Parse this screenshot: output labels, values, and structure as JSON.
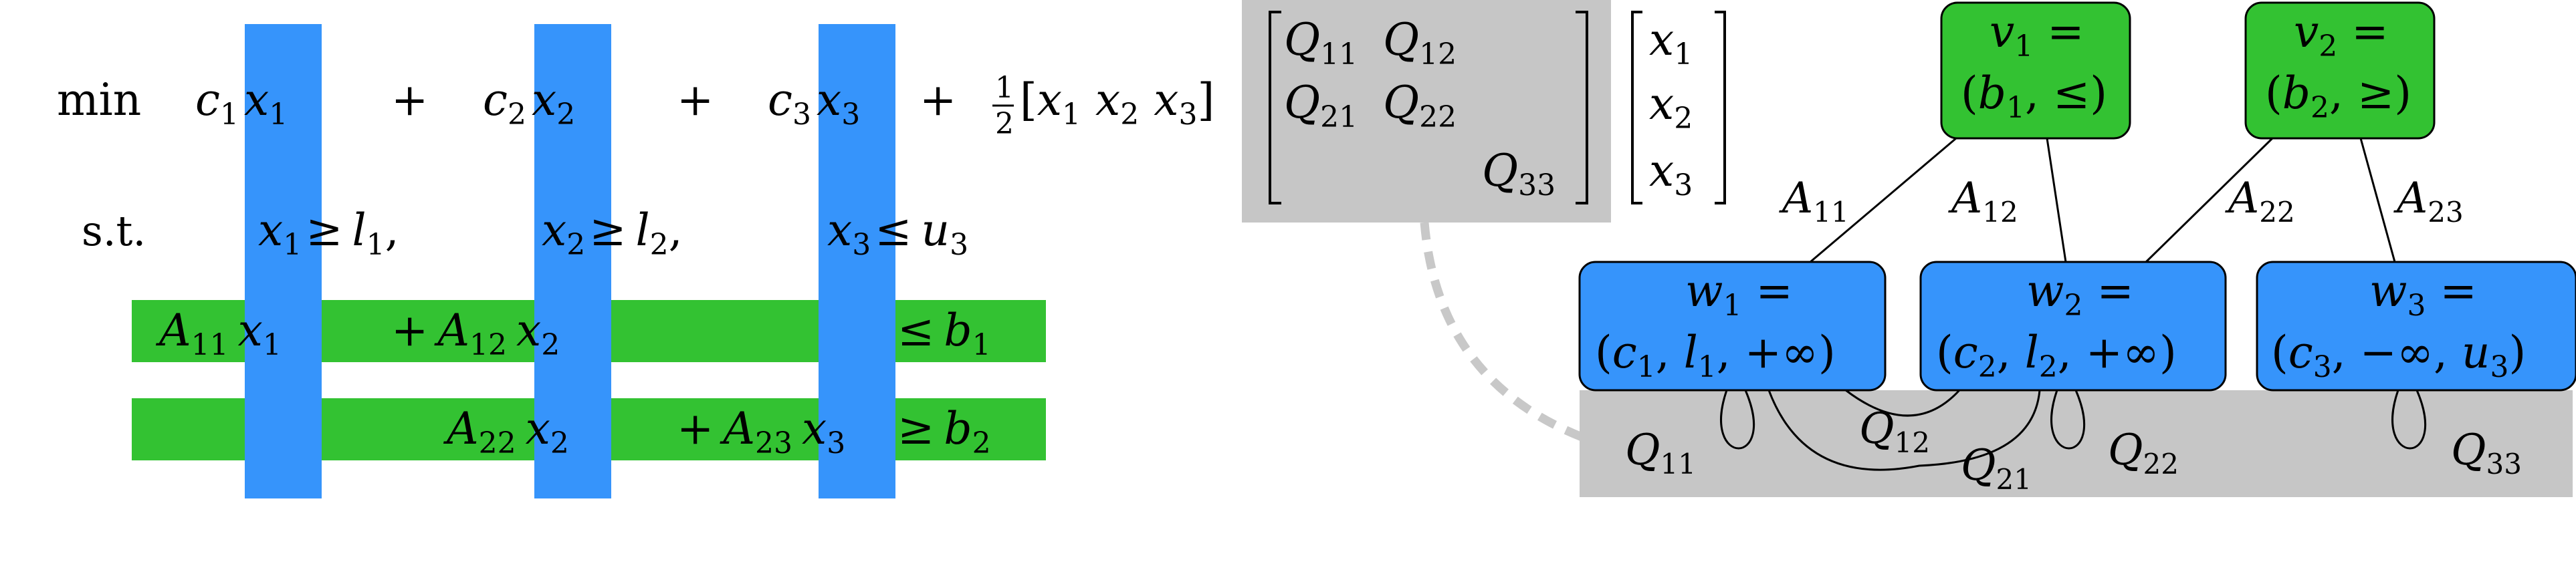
{
  "lp": {
    "objective": {
      "label": "min",
      "term1": [
        "c",
        "1",
        "x",
        "1"
      ],
      "plus1": "+",
      "term2": [
        "c",
        "2",
        "x",
        "2"
      ],
      "plus2": "+",
      "term3": [
        "c",
        "3",
        "x",
        "3"
      ],
      "plus3": "+",
      "half_num": "1",
      "half_den": "2",
      "xvec_row": [
        "x",
        "1",
        "x",
        "2",
        "x",
        "3"
      ]
    },
    "bounds": {
      "label": "s.t.",
      "b1": [
        "x",
        "1",
        "≥",
        "l",
        "1",
        ","
      ],
      "b2": [
        "x",
        "2",
        "≥",
        "l",
        "2",
        ","
      ],
      "b3": [
        "x",
        "3",
        "≤",
        "u",
        "3"
      ]
    },
    "row1": {
      "a": [
        "A",
        "11",
        "x",
        "1"
      ],
      "plus": "+",
      "b": [
        "A",
        "12",
        "x",
        "2"
      ],
      "rhs": [
        "≤",
        "b",
        "1"
      ]
    },
    "row2": {
      "a": [
        "A",
        "22",
        "x",
        "2"
      ],
      "plus": "+",
      "b": [
        "A",
        "23",
        "x",
        "3"
      ],
      "rhs": [
        "≥",
        "b",
        "2"
      ]
    }
  },
  "qmatrix": {
    "q11": [
      "Q",
      "11"
    ],
    "q12": [
      "Q",
      "12"
    ],
    "q21": [
      "Q",
      "21"
    ],
    "q22": [
      "Q",
      "22"
    ],
    "q33": [
      "Q",
      "33"
    ]
  },
  "xvector": {
    "x1": [
      "x",
      "1"
    ],
    "x2": [
      "x",
      "2"
    ],
    "x3": [
      "x",
      "3"
    ]
  },
  "graph": {
    "v1": {
      "line1": [
        "v",
        "1",
        " ="
      ],
      "line2": [
        "(",
        "b",
        "1",
        ", ≤)"
      ]
    },
    "v2": {
      "line1": [
        "v",
        "2",
        " ="
      ],
      "line2": [
        "(",
        "b",
        "2",
        ", ≥)"
      ]
    },
    "w1": {
      "line1": [
        "w",
        "1",
        " ="
      ],
      "line2": [
        "(",
        "c",
        "1",
        ", ",
        "l",
        "1",
        ", +∞)"
      ]
    },
    "w2": {
      "line1": [
        "w",
        "2",
        " ="
      ],
      "line2": [
        "(",
        "c",
        "2",
        ", ",
        "l",
        "2",
        ", +∞)"
      ]
    },
    "w3": {
      "line1": [
        "w",
        "3",
        " ="
      ],
      "line2": [
        "(",
        "c",
        "3",
        ", −∞, ",
        "u",
        "3",
        ")"
      ]
    },
    "edge_labels": {
      "A11": [
        "A",
        "11"
      ],
      "A12": [
        "A",
        "12"
      ],
      "A22": [
        "A",
        "22"
      ],
      "A23": [
        "A",
        "23"
      ]
    },
    "loop_labels": {
      "Q11": [
        "Q",
        "11"
      ],
      "Q12": [
        "Q",
        "12"
      ],
      "Q21": [
        "Q",
        "21"
      ],
      "Q22": [
        "Q",
        "22"
      ],
      "Q33": [
        "Q",
        "33"
      ]
    }
  },
  "colors": {
    "blue": "#3694fb",
    "green": "#33c232",
    "gray": "#c6c6c6",
    "dashed": "#c8c8c8"
  }
}
